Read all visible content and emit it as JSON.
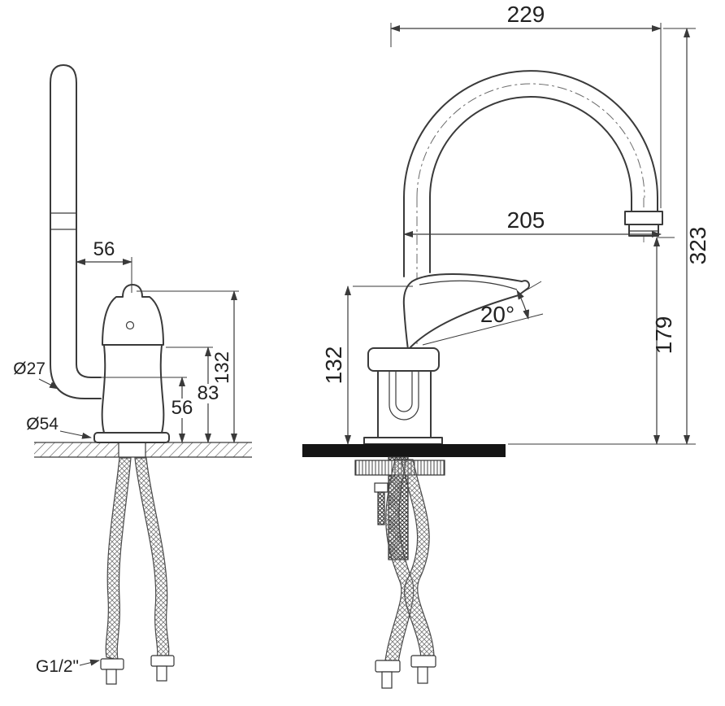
{
  "left_view": {
    "dim_spout_offset": "56",
    "dim_overall_height": "132",
    "dim_body_height": "83",
    "dim_spout_outlet_height": "56",
    "dia_spout_pipe": "Ø27",
    "dia_base": "Ø54",
    "thread_size": "G1/2\""
  },
  "right_view": {
    "dim_spout_span": "229",
    "dim_spout_reach": "205",
    "dim_total_height": "323",
    "dim_outlet_to_deck": "179",
    "dim_handle_height": "132",
    "handle_angle": "20°"
  },
  "colors": {
    "line": "#3a3a3a",
    "counter": "#151515"
  }
}
